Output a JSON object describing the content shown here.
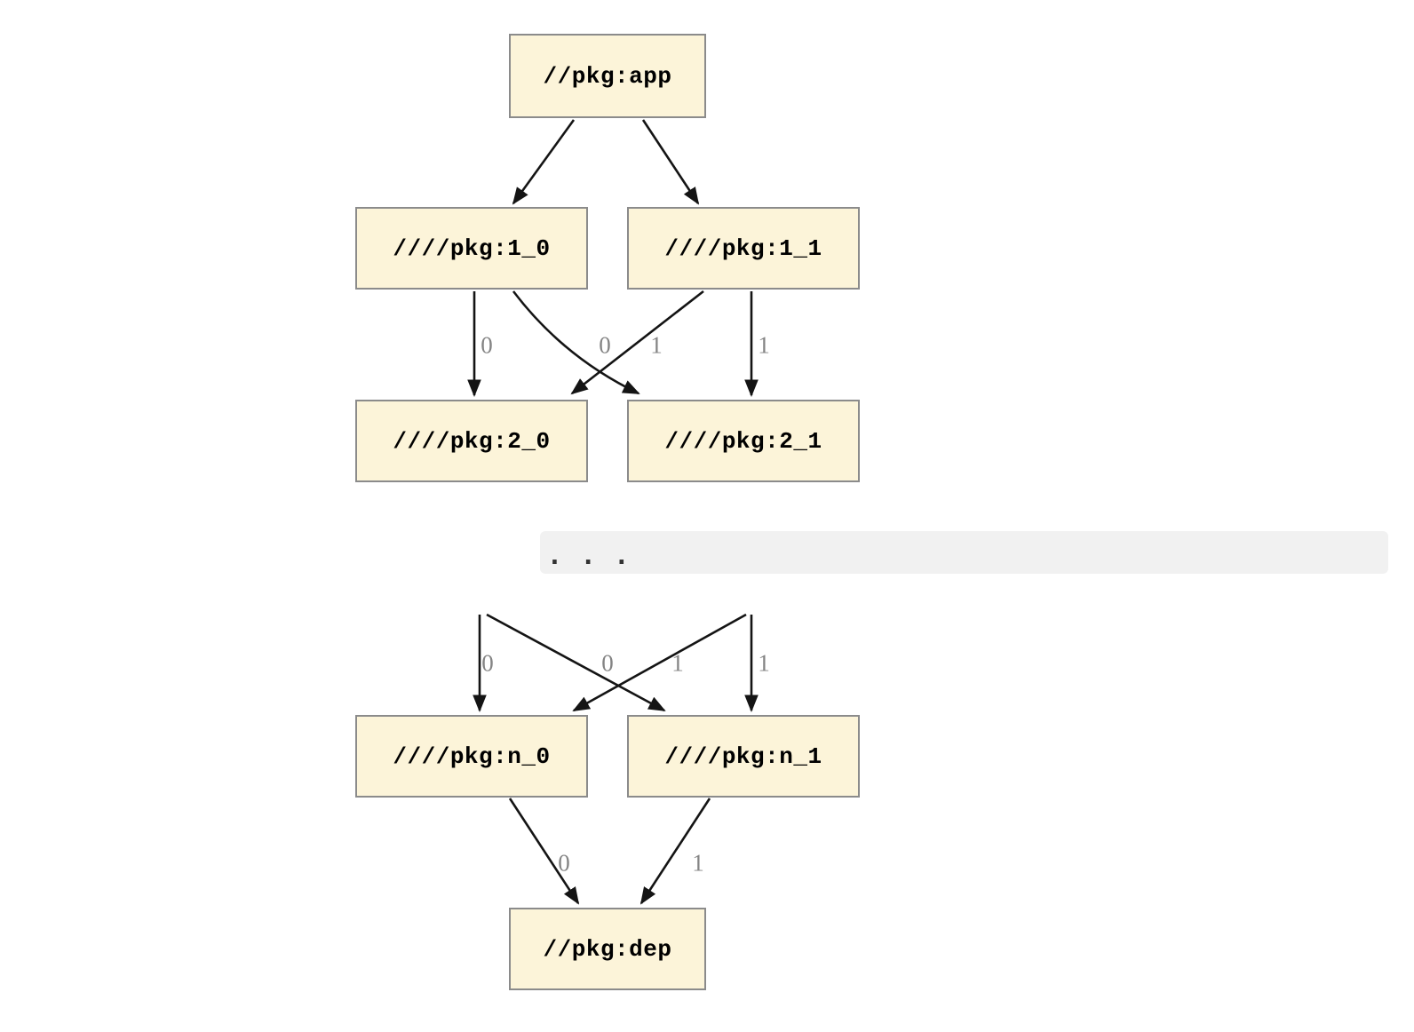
{
  "diagram": {
    "nodes": [
      {
        "id": "app",
        "label": "//pkg:app"
      },
      {
        "id": "1_0",
        "label": "////pkg:1_0"
      },
      {
        "id": "1_1",
        "label": "////pkg:1_1"
      },
      {
        "id": "2_0",
        "label": "////pkg:2_0"
      },
      {
        "id": "2_1",
        "label": "////pkg:2_1"
      },
      {
        "id": "n_0",
        "label": "////pkg:n_0"
      },
      {
        "id": "n_1",
        "label": "////pkg:n_1"
      },
      {
        "id": "dep",
        "label": "//pkg:dep"
      }
    ],
    "edge_label_sections": {
      "layer1_to_layer2": [
        "0",
        "0",
        "1",
        "1"
      ],
      "hidden_to_layerN": [
        "0",
        "0",
        "1",
        "1"
      ],
      "layerN_to_dep": [
        "0",
        "1"
      ]
    },
    "ellipsis_text": ". . ."
  },
  "colors": {
    "background": "#ffffff",
    "node_fill": "#fcf4d9",
    "node_border": "#8b8b8b",
    "node_text": "#000000",
    "edge_color": "#141414",
    "edge_label_color": "#848484",
    "band_bg": "#f1f1f1"
  }
}
